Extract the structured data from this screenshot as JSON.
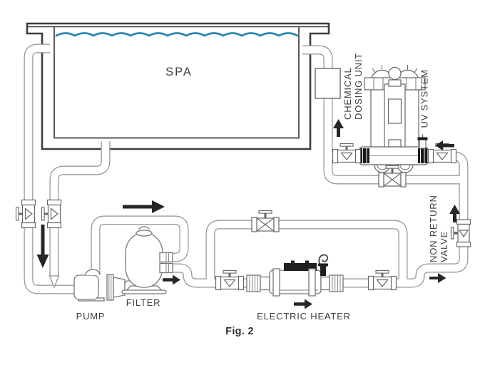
{
  "figure": {
    "caption": "Fig. 2"
  },
  "diagram": {
    "labels": {
      "spa": "SPA",
      "pump": "PUMP",
      "filter": "FILTER",
      "electric_heater": "ELECTRIC HEATER",
      "chemical_dosing_unit": {
        "line1": "CHEMICAL",
        "line2": "DOSING UNIT"
      },
      "uv_system": "UV SYSTEM",
      "non_return_valve": {
        "line1": "NON RETURN",
        "line2": "VALVE"
      }
    },
    "flow_arrows": [
      "down-suction",
      "right-top-loop",
      "right-after-filter",
      "right-under-heater",
      "up-riser",
      "left-into-uv",
      "up-non-return",
      "right-to-return-riser"
    ],
    "colors": {
      "background": "#ffffff",
      "line": "#4c4c4c",
      "pipe": "#909090",
      "water": "#2b86b0",
      "arrow": "#262626",
      "flange": "#1a1a1a"
    }
  }
}
